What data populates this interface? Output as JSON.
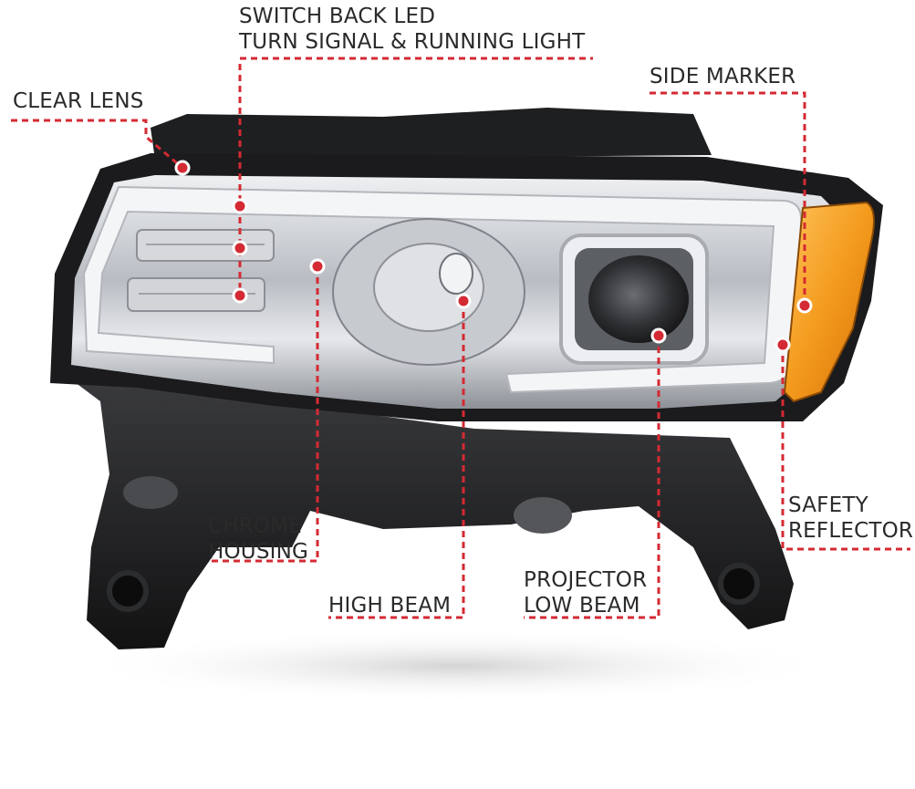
{
  "labels": {
    "switchback": {
      "line1": "SWITCH BACK LED",
      "line2": "TURN SIGNAL & RUNNING LIGHT"
    },
    "clear_lens": {
      "line1": "CLEAR LENS"
    },
    "side_marker": {
      "line1": "SIDE MARKER"
    },
    "chrome_housing": {
      "line1": "CHROME",
      "line2": "HOUSING"
    },
    "high_beam": {
      "line1": "HIGH BEAM"
    },
    "projector": {
      "line1": "PROJECTOR",
      "line2": "LOW BEAM"
    },
    "safety_reflector": {
      "line1": "SAFETY",
      "line2": "REFLECTOR"
    }
  },
  "colors": {
    "leader": "#d42a33",
    "housing_black": "#1b1b1d",
    "chrome": "#c9ccd0",
    "amber": "#f39a1c"
  }
}
